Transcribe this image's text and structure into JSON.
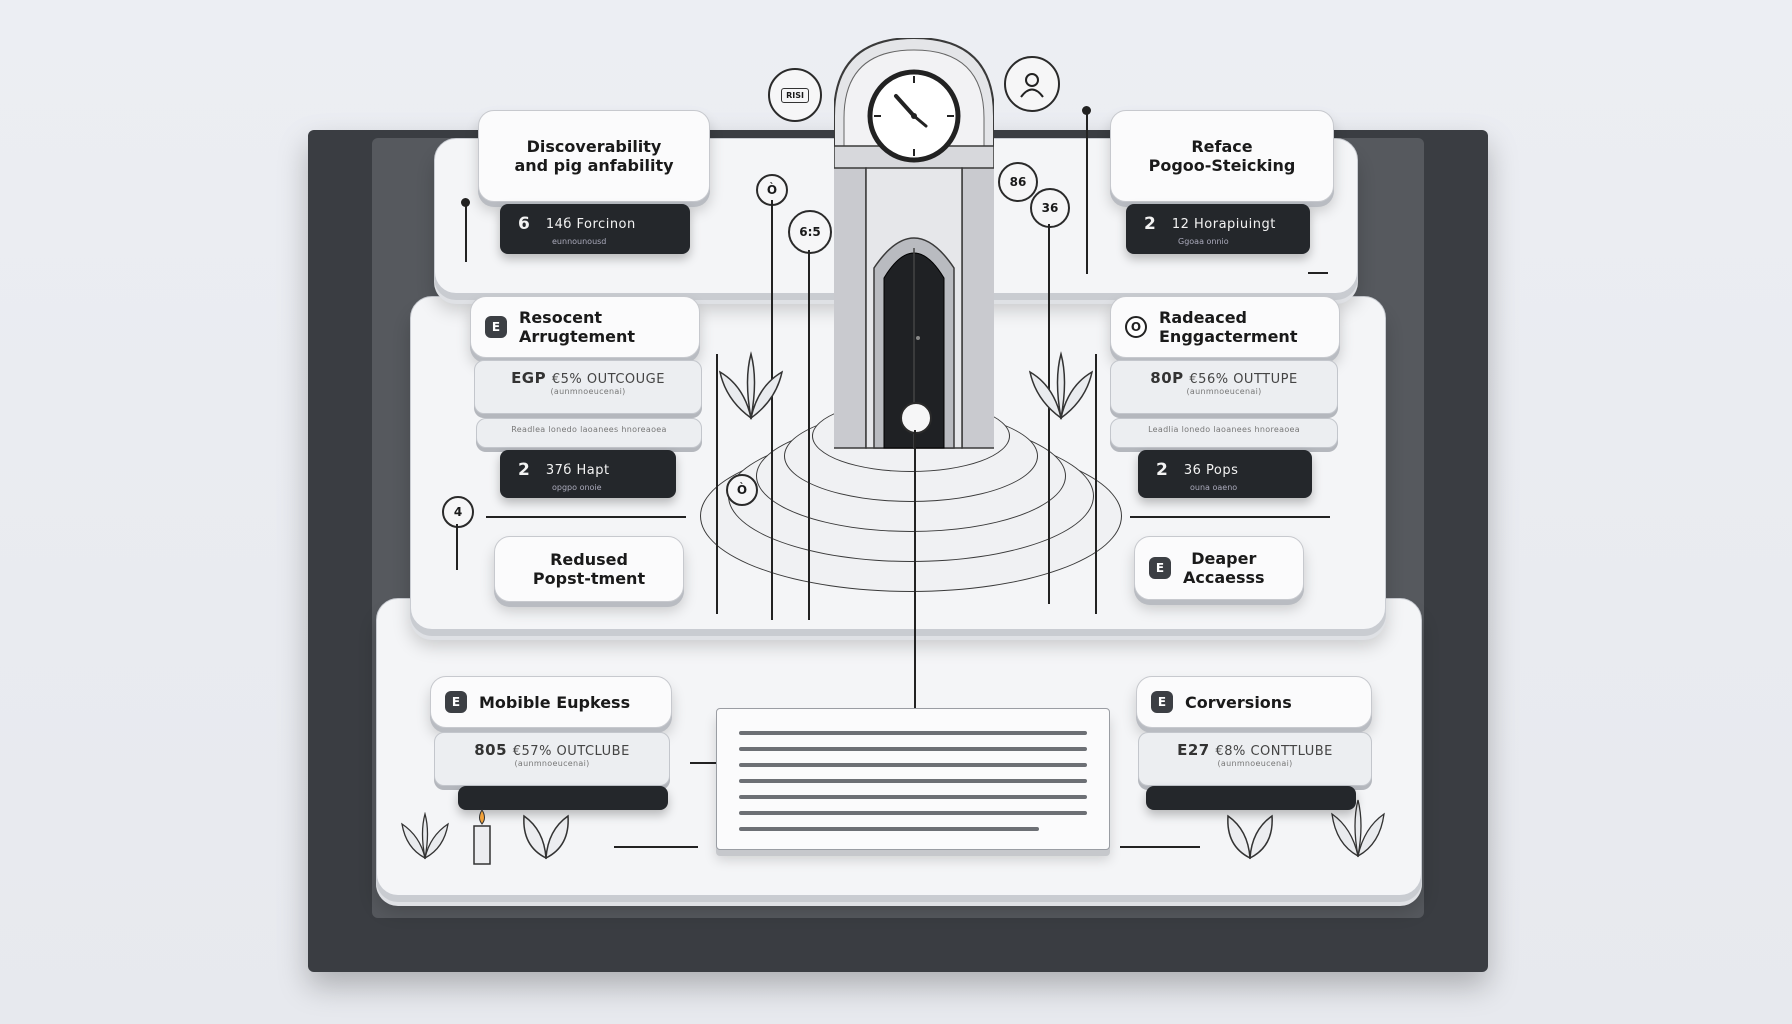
{
  "cards": {
    "discoverability": {
      "title_1": "Discoverability",
      "title_2": "and pig anfability",
      "num": "6",
      "value": "14б Forcinon",
      "sub": "eunnounousd"
    },
    "pogo": {
      "title_1": "Reface",
      "title_2": "Pogoo-Steicking",
      "num": "2",
      "value": "12 Horapiuingt",
      "sub": "Ggoaa onnio"
    },
    "arrangement": {
      "badge": "E",
      "title_1": "Resocent",
      "title_2": "Arrugtement",
      "outline_num": "EGP",
      "outline": "€5% OUTCOUGE",
      "outline_sub": "(aunmnoeucenai)",
      "strip": "Readlea  lonedo  laoanees  hnoreaoea",
      "num": "2",
      "value": "37б Hapt",
      "sub": "opgpo onoie"
    },
    "engagement": {
      "badge": "O",
      "title_1": "Radeaced",
      "title_2": "Enggacterment",
      "outline_num": "80P",
      "outline": "€56% OUTTUPE",
      "outline_sub": "(aunmnoeucenai)",
      "strip": "Leadlia  lonedo  laoanees  hnoreaoea",
      "num": "2",
      "value": "36 Pops",
      "sub": "ouna oaeno"
    },
    "reduced": {
      "title_1": "Redused",
      "title_2": "Popst-tment"
    },
    "deeper": {
      "badge": "E",
      "title_1": "Deaper",
      "title_2": "Accaesss"
    },
    "mobile": {
      "badge": "E",
      "title": "Mobible Eupkess",
      "outline_num": "805",
      "outline": "€57% OUTCLUBE",
      "outline_sub": "(aunmnoeucenai)"
    },
    "conversions": {
      "badge": "E",
      "title": "Corversions",
      "outline_num": "E27",
      "outline": "€8% CONTTLUBE",
      "outline_sub": "(aunmnoeucenai)"
    }
  },
  "bubbles": {
    "b1": "6:5",
    "b2": "86",
    "b3": "36",
    "b4": "Ò",
    "b5": "4",
    "b6": "Ò"
  },
  "plaque": "RISI"
}
